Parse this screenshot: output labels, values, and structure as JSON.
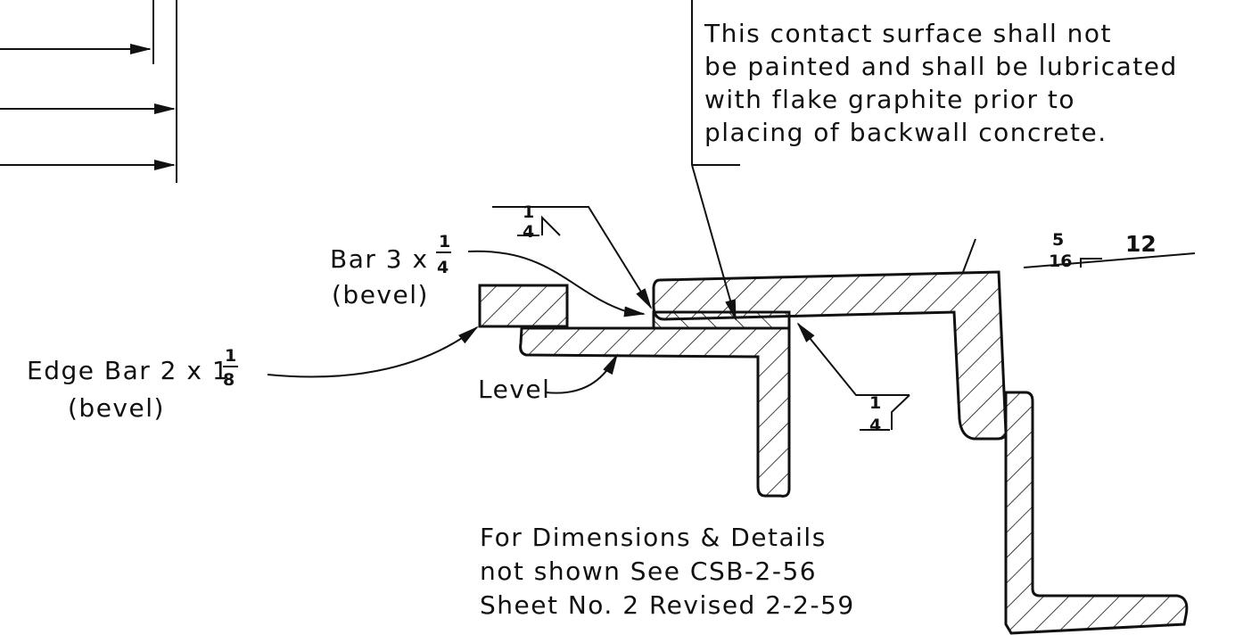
{
  "notes": {
    "contact_surface": [
      "This contact surface shall not",
      "be painted and shall be lubricated",
      "with flake graphite prior to",
      "placing of backwall concrete."
    ],
    "reference": [
      "For Dimensions & Details",
      "not shown See CSB-2-56",
      "Sheet No. 2 Revised 2-2-59"
    ]
  },
  "labels": {
    "bar_top": {
      "text": "Bar 3 x",
      "num": "1",
      "den": "4",
      "sub": "(bevel)"
    },
    "edge_bar": {
      "text": "Edge Bar 2 x 1",
      "num": "1",
      "den": "8",
      "sub": "(bevel)"
    },
    "level": "Level"
  },
  "welds": {
    "top_left": {
      "num": "1",
      "den": "4"
    },
    "right_lower": {
      "num": "1",
      "den": "4"
    },
    "far_right": {
      "num": "5",
      "den": "16",
      "length": "12"
    }
  }
}
